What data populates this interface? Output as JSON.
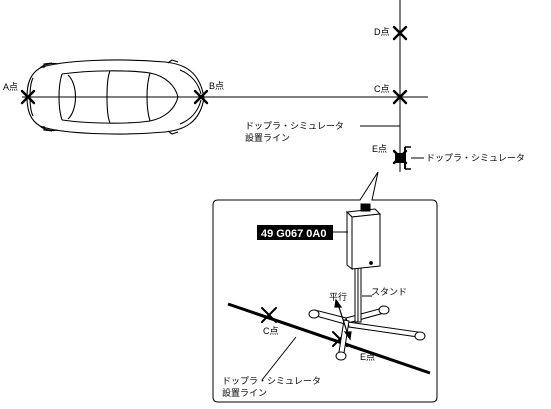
{
  "points": {
    "a": "A点",
    "b": "B点",
    "c": "C点",
    "d": "D点",
    "e": "E点"
  },
  "labels": {
    "sim_line": [
      "ドップラ・シミュレータ",
      "設置ライン"
    ],
    "simulator": "ドップラ・シミュレータ",
    "stand": "スタンド",
    "parallel": "平行"
  },
  "detail": {
    "part_number": "49 G067 0A0",
    "point_c": "C点",
    "point_e": "E点",
    "sim_line": [
      "ドップラ・シミュレータ",
      "設置ライン"
    ]
  }
}
